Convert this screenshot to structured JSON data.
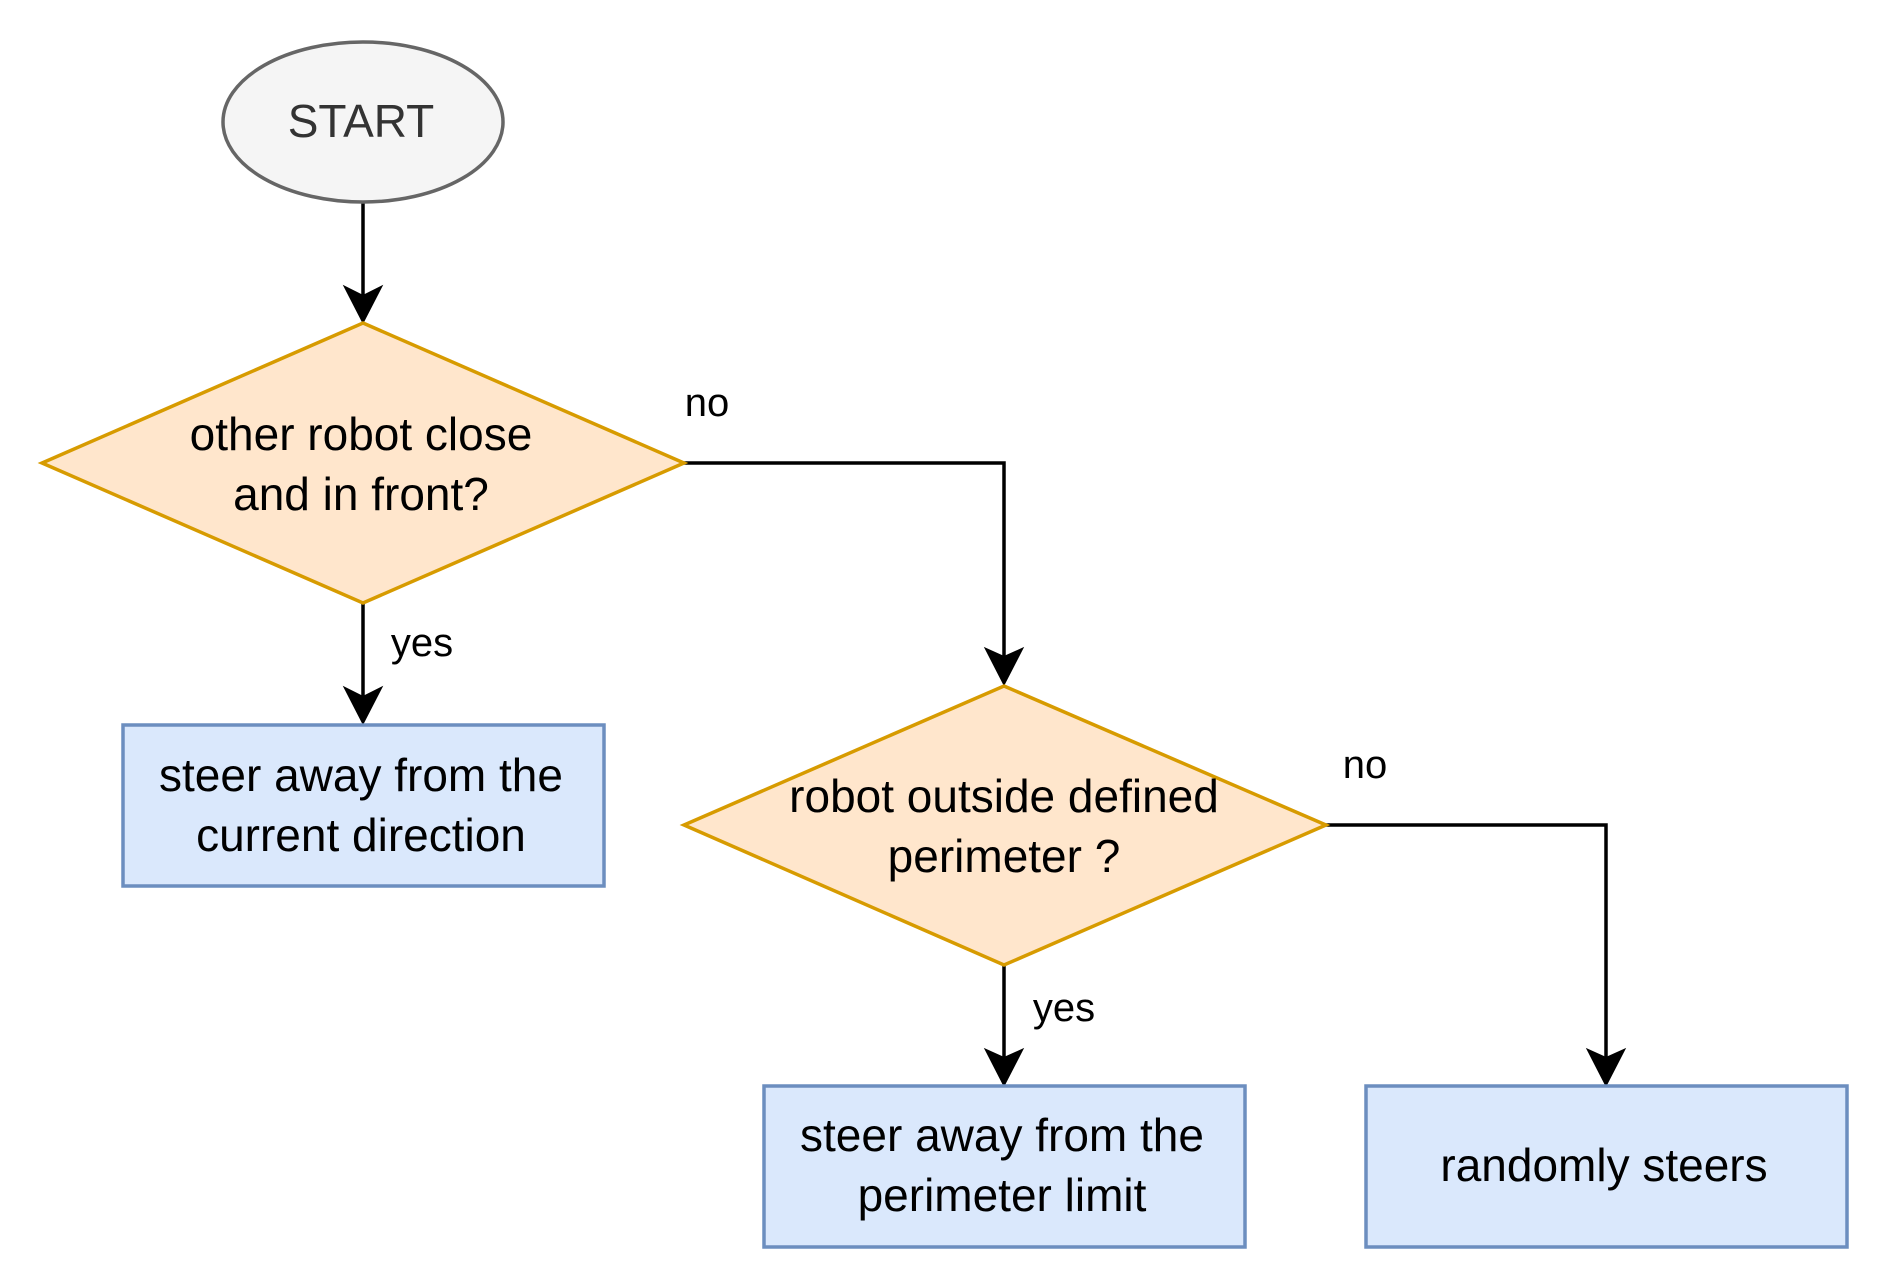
{
  "colors": {
    "start_fill": "#f5f5f5",
    "start_stroke": "#666666",
    "decision_fill": "#ffe6cc",
    "decision_stroke": "#d79b00",
    "process_fill": "#dae8fc",
    "process_stroke": "#6c8ebf",
    "edge": "#000000"
  },
  "nodes": {
    "start": {
      "label": "START"
    },
    "decision1": {
      "line1": "other robot close",
      "line2": "and in front?"
    },
    "action1": {
      "line1": "steer away from the",
      "line2": "current direction"
    },
    "decision2": {
      "line1": "robot outside defined",
      "line2": "perimeter ?"
    },
    "action2": {
      "line1": "steer away from the",
      "line2": "perimeter limit"
    },
    "action3": {
      "label": "randomly steers"
    }
  },
  "edges": {
    "d1_yes": "yes",
    "d1_no": "no",
    "d2_yes": "yes",
    "d2_no": "no"
  }
}
